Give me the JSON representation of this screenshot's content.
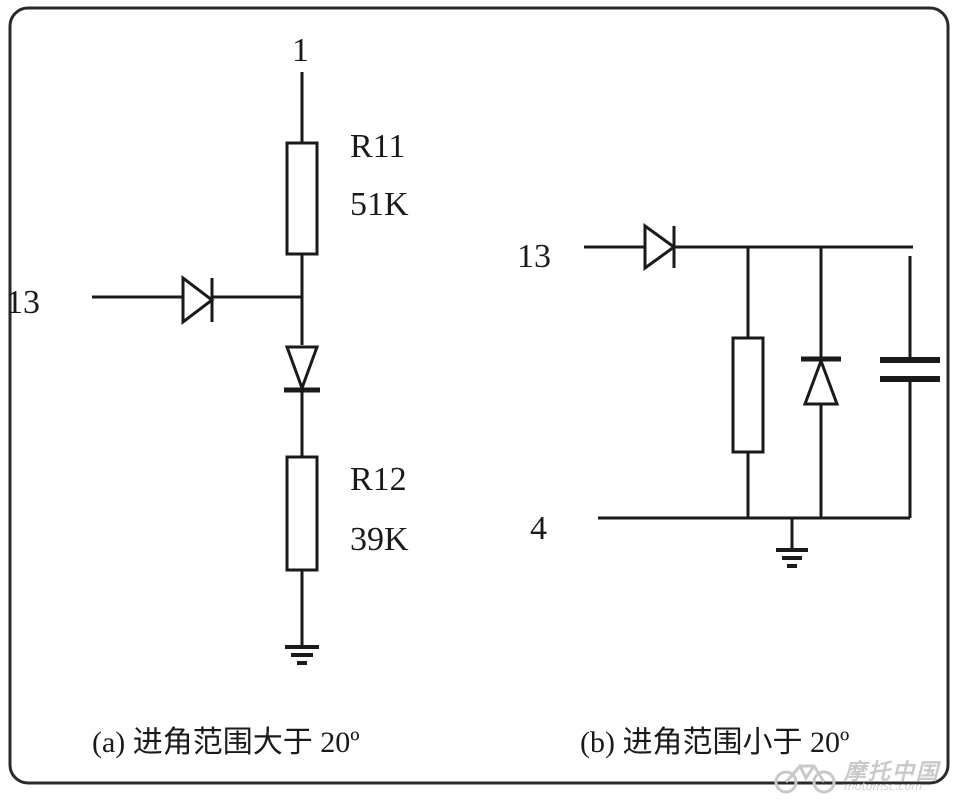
{
  "diagram": {
    "left": {
      "node_top": "1",
      "node_input": "13",
      "r11_name": "R11",
      "r11_value": "51K",
      "r12_name": "R12",
      "r12_value": "39K",
      "caption": "(a) 进角范围大于 20º"
    },
    "right": {
      "node_input": "13",
      "node_bottom": "4",
      "caption": "(b) 进角范围小于 20º"
    }
  },
  "watermark": {
    "brand": "摩托中国",
    "url": "motomsc.com"
  },
  "colors": {
    "line": "#1a1a1a",
    "frame": "#2a2a2a",
    "watermark": "#c9c9c9"
  }
}
